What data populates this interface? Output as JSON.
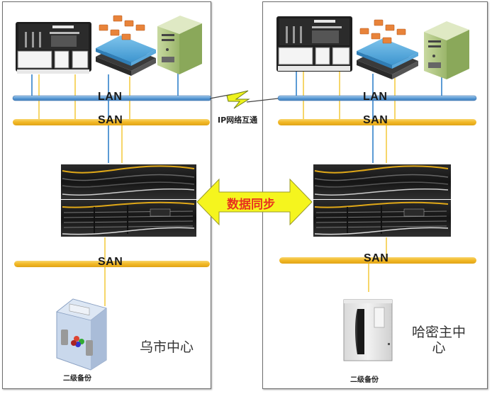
{
  "diagram": {
    "type": "disaster-recovery-network-topology",
    "sites": [
      {
        "id": "left",
        "name": "乌市中心",
        "servers": [
          "rack-server",
          "virtualization-host",
          "tower-server"
        ],
        "buses": {
          "lan": "LAN",
          "san_top": "SAN",
          "san_bottom": "SAN"
        },
        "storage": "disk-array",
        "backup": {
          "label": "二级备份",
          "device": "backup-appliance"
        }
      },
      {
        "id": "right",
        "name": "哈密主中心",
        "servers": [
          "rack-server",
          "virtualization-host",
          "tower-server"
        ],
        "buses": {
          "lan": "LAN",
          "san_top": "SAN",
          "san_bottom": "SAN"
        },
        "storage": "disk-array",
        "backup": {
          "label": "二级备份",
          "device": "tape-library"
        }
      }
    ],
    "interconnect": {
      "label": "IP网络互通",
      "icon": "lightning-bolt-icon"
    },
    "sync": {
      "label": "数据同步",
      "icon": "double-arrow-icon"
    },
    "colors": {
      "lan": "#5b9bd5",
      "san": "#f2b824",
      "sync_arrow": "#f5f51e",
      "sync_text": "#e8321e",
      "box_border": "#6e6e6e"
    }
  }
}
